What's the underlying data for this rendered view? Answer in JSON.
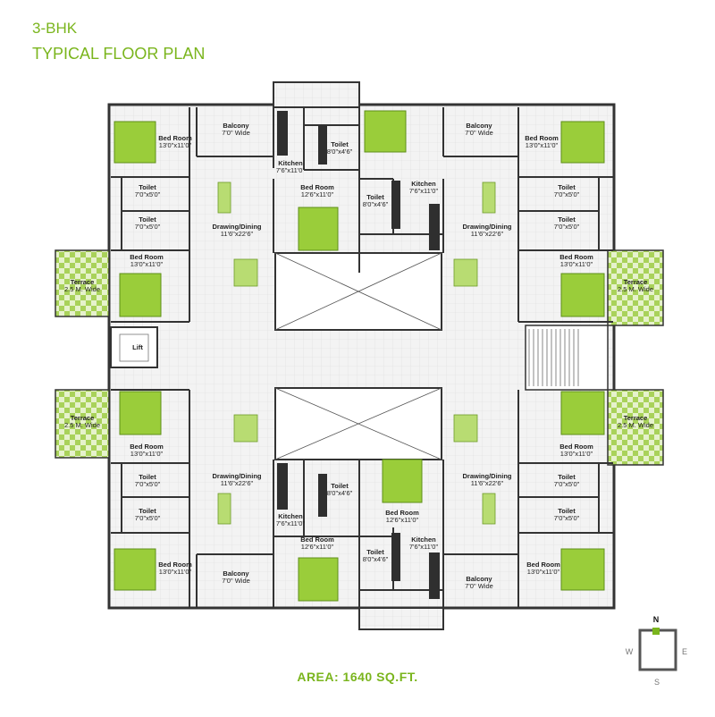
{
  "header": {
    "type_label": "3-BHK",
    "title": "TYPICAL FLOOR PLAN"
  },
  "footer": {
    "area": "AREA: 1640 SQ.FT."
  },
  "compass": {
    "north": "N",
    "south": "S",
    "east": "E",
    "west": "W"
  },
  "colors": {
    "accent": "#7ab51d",
    "wall": "#3a3a3a",
    "floor": "#f1f1f1",
    "bed": "#9acd3a",
    "terrace_a": "#a9d25a",
    "terrace_b": "#e2f0c6"
  },
  "rooms": [
    {
      "key": "nw_bed1",
      "name": "Bed Room",
      "size": "13'0\"x11'0\""
    },
    {
      "key": "nw_balcony",
      "name": "Balcony",
      "size": "7'0\" Wide"
    },
    {
      "key": "nw_toilet_a",
      "name": "Toilet",
      "size": "8'0\"x4'6\""
    },
    {
      "key": "nw_kitchen",
      "name": "Kitchen",
      "size": "7'6\"x11'0\""
    },
    {
      "key": "nw_bed2",
      "name": "Bed Room",
      "size": "12'6\"x11'0\""
    },
    {
      "key": "nw_toilet_b",
      "name": "Toilet",
      "size": "7'0\"x5'0\""
    },
    {
      "key": "nw_toilet_c",
      "name": "Toilet",
      "size": "7'0\"x5'0\""
    },
    {
      "key": "nw_drawing",
      "name": "Drawing/Dining",
      "size": "11'6\"x22'6\""
    },
    {
      "key": "nw_bed3",
      "name": "Bed Room",
      "size": "13'0\"x11'0\""
    },
    {
      "key": "nw_terrace",
      "name": "Terrace",
      "size": "2.5 M. Wide"
    },
    {
      "key": "ne_balcony",
      "name": "Balcony",
      "size": "7'0\" Wide"
    },
    {
      "key": "ne_bed1",
      "name": "Bed Room",
      "size": "13'0\"x11'0\""
    },
    {
      "key": "ne_toilet_a",
      "name": "Toilet",
      "size": "8'0\"x4'6\""
    },
    {
      "key": "ne_kitchen",
      "name": "Kitchen",
      "size": "7'6\"x11'0\""
    },
    {
      "key": "ne_drawing",
      "name": "Drawing/Dining",
      "size": "11'6\"x22'6\""
    },
    {
      "key": "ne_toilet_b",
      "name": "Toilet",
      "size": "7'0\"x5'0\""
    },
    {
      "key": "ne_toilet_c",
      "name": "Toilet",
      "size": "7'0\"x5'0\""
    },
    {
      "key": "ne_bed2",
      "name": "Bed Room",
      "size": "13'0\"x11'0\""
    },
    {
      "key": "ne_terrace",
      "name": "Terrace",
      "size": "2.5 M. Wide"
    },
    {
      "key": "sw_terrace",
      "name": "Terrace",
      "size": "2.5 M. Wide"
    },
    {
      "key": "sw_bed1",
      "name": "Bed Room",
      "size": "13'0\"x11'0\""
    },
    {
      "key": "sw_toilet_b",
      "name": "Toilet",
      "size": "7'0\"x5'0\""
    },
    {
      "key": "sw_toilet_c",
      "name": "Toilet",
      "size": "7'0\"x5'0\""
    },
    {
      "key": "sw_drawing",
      "name": "Drawing/Dining",
      "size": "11'6\"x22'6\""
    },
    {
      "key": "sw_kitchen",
      "name": "Kitchen",
      "size": "7'6\"x11'0\""
    },
    {
      "key": "sw_toilet_a",
      "name": "Toilet",
      "size": "8'0\"x4'6\""
    },
    {
      "key": "sw_bed2",
      "name": "Bed Room",
      "size": "13'0\"x11'0\""
    },
    {
      "key": "sw_balcony",
      "name": "Balcony",
      "size": "7'0\" Wide"
    },
    {
      "key": "sw_bed3",
      "name": "Bed Room",
      "size": "12'6\"x11'0\""
    },
    {
      "key": "se_terrace",
      "name": "Terrace",
      "size": "2.5 M. Wide"
    },
    {
      "key": "se_bed1",
      "name": "Bed Room",
      "size": "13'0\"x11'0\""
    },
    {
      "key": "se_bed2",
      "name": "Bed Room",
      "size": "12'6\"x11'0\""
    },
    {
      "key": "se_drawing",
      "name": "Drawing/Dining",
      "size": "11'6\"x22'6\""
    },
    {
      "key": "se_toilet_b",
      "name": "Toilet",
      "size": "7'0\"x5'0\""
    },
    {
      "key": "se_toilet_c",
      "name": "Toilet",
      "size": "7'0\"x5'0\""
    },
    {
      "key": "se_toilet_a",
      "name": "Toilet",
      "size": "8'0\"x4'6\""
    },
    {
      "key": "se_kitchen",
      "name": "Kitchen",
      "size": "7'6\"x11'0\""
    },
    {
      "key": "se_balcony",
      "name": "Balcony",
      "size": "7'0\" Wide"
    },
    {
      "key": "se_bed3",
      "name": "Bed Room",
      "size": "13'0\"x11'0\""
    }
  ],
  "lift": {
    "name": "Lift"
  }
}
